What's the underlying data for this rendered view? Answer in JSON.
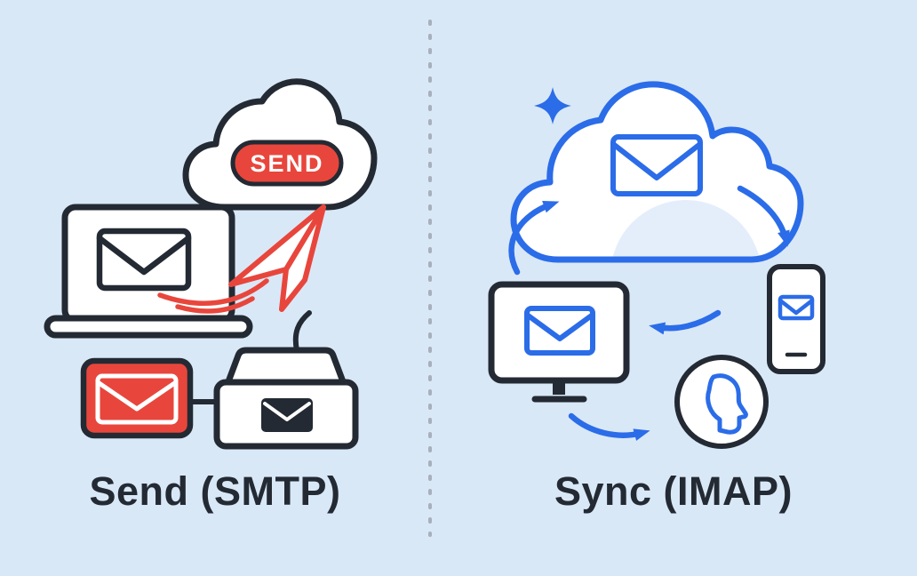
{
  "left": {
    "caption": "Send (SMTP)",
    "send_button_label": "SEND"
  },
  "right": {
    "caption": "Sync (IMAP)"
  },
  "colors": {
    "background": "#d9e8f7",
    "dark": "#232a33",
    "red": "#e8463c",
    "blue": "#2b6ce8",
    "light_blue": "#e4eefb",
    "divider": "#a7b0bc"
  },
  "icons": [
    "cloud-icon",
    "send-button",
    "laptop-icon",
    "envelope-icon",
    "paper-plane-icon",
    "motion-lines-icon",
    "email-card-icon",
    "inbox-tray-icon",
    "sparkle-icon",
    "sync-arrow-icon",
    "monitor-icon",
    "smartphone-icon",
    "user-avatar-icon"
  ]
}
